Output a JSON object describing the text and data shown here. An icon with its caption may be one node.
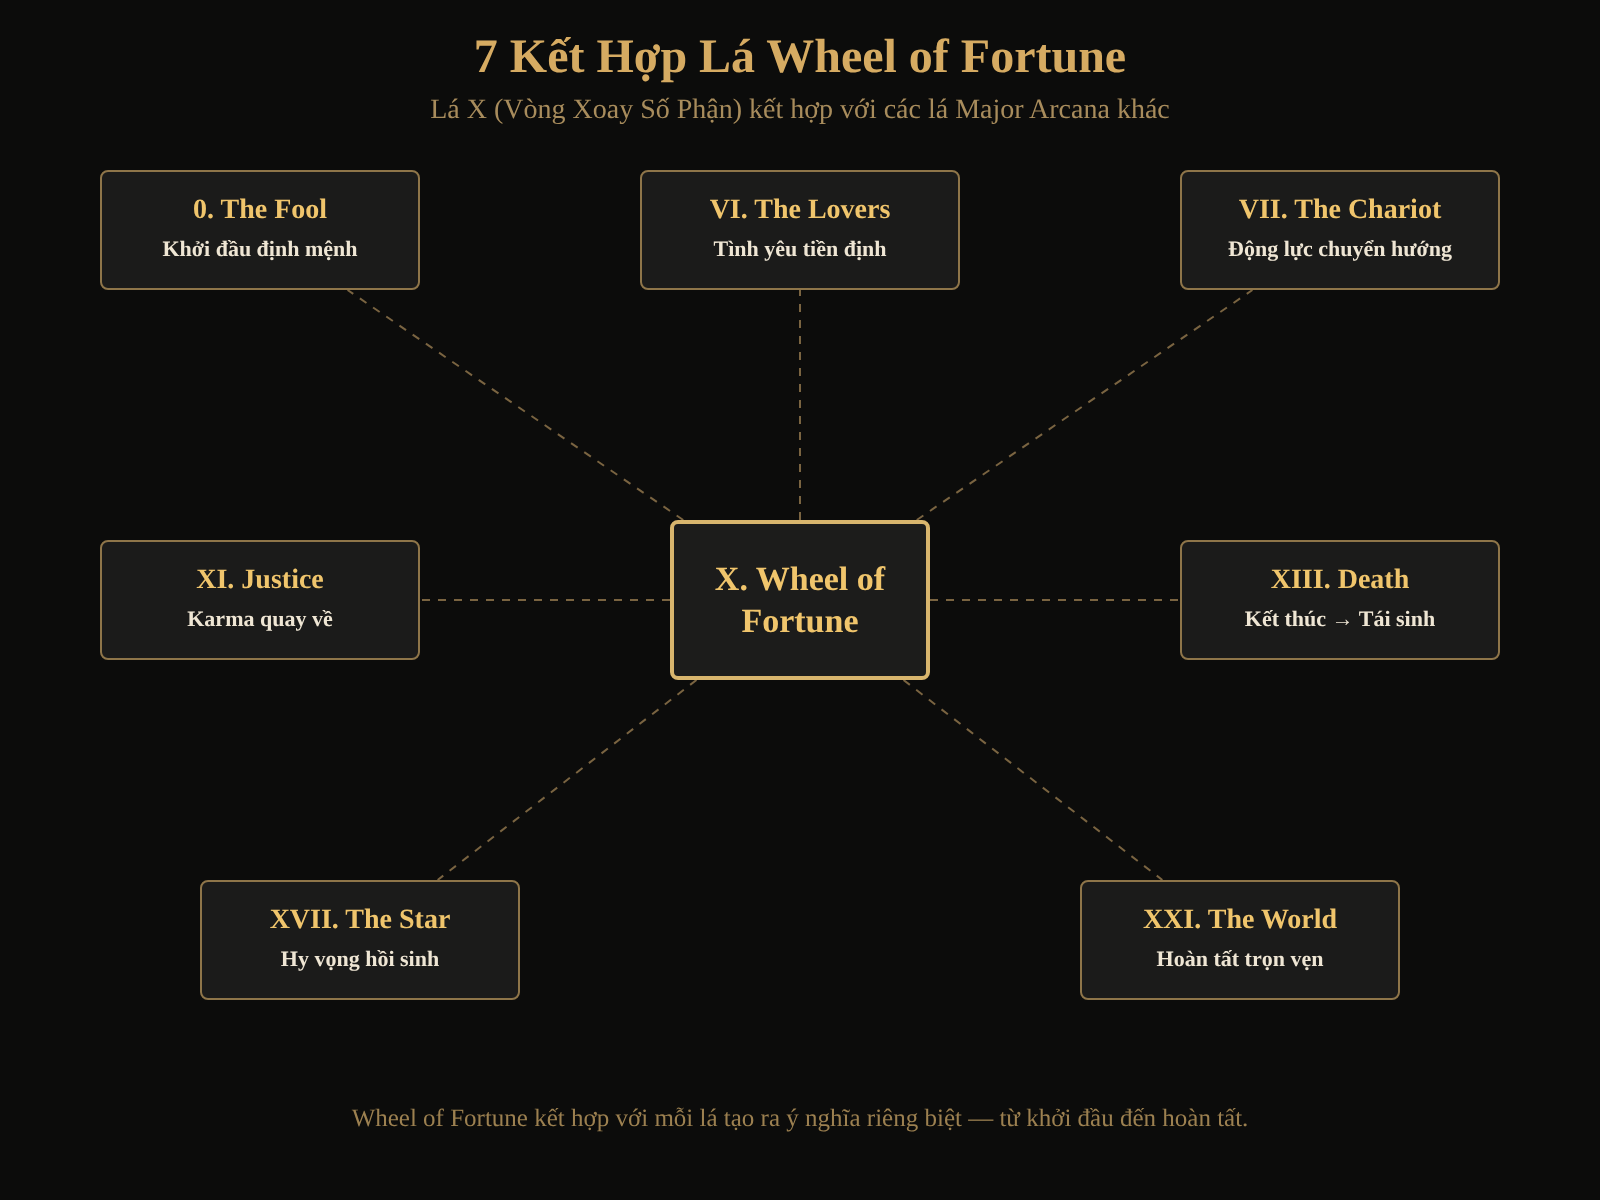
{
  "diagram": {
    "title": "7 Kết Hợp Lá Wheel of Fortune",
    "caption": "Wheel of Fortune kết hợp với mỗi lá tạo ra ý nghĩa riêng biệt — từ khởi đầu đến hoàn tất.",
    "labels": [
      "Lá X (Vòng Xoay Số Phận) kết hợp với các lá Major Arcana khác"
    ],
    "nodes": [
      {
        "text": [
          "0. The Fool",
          "Khởi đầu định mệnh"
        ]
      },
      {
        "text": [
          "VI. The Lovers",
          "Tình yêu tiền định"
        ]
      },
      {
        "text": [
          "VII. The Chariot",
          "Động lực chuyển hướng"
        ]
      },
      {
        "text": [
          "XI. Justice",
          "Karma quay về"
        ]
      },
      {
        "text": [
          "X. Wheel of Fortune"
        ]
      },
      {
        "text": [
          "XIII. Death",
          "Kết thúc → Tái sinh"
        ]
      },
      {
        "text": [
          "XVII. The Star",
          "Hy vọng hồi sinh"
        ]
      },
      {
        "text": [
          "XXI. The World",
          "Hoàn tất trọn vẹn"
        ]
      }
    ],
    "edges": [
      {
        "from": 4,
        "to": 0,
        "arrow": "none",
        "style": "dashed"
      },
      {
        "from": 4,
        "to": 1,
        "arrow": "none",
        "style": "dashed"
      },
      {
        "from": 4,
        "to": 2,
        "arrow": "none",
        "style": "dashed"
      },
      {
        "from": 4,
        "to": 3,
        "arrow": "none",
        "style": "dashed"
      },
      {
        "from": 4,
        "to": 5,
        "arrow": "none",
        "style": "dashed"
      },
      {
        "from": 4,
        "to": 6,
        "arrow": "none",
        "style": "dashed"
      },
      {
        "from": 4,
        "to": 7,
        "arrow": "none",
        "style": "dashed"
      }
    ]
  }
}
